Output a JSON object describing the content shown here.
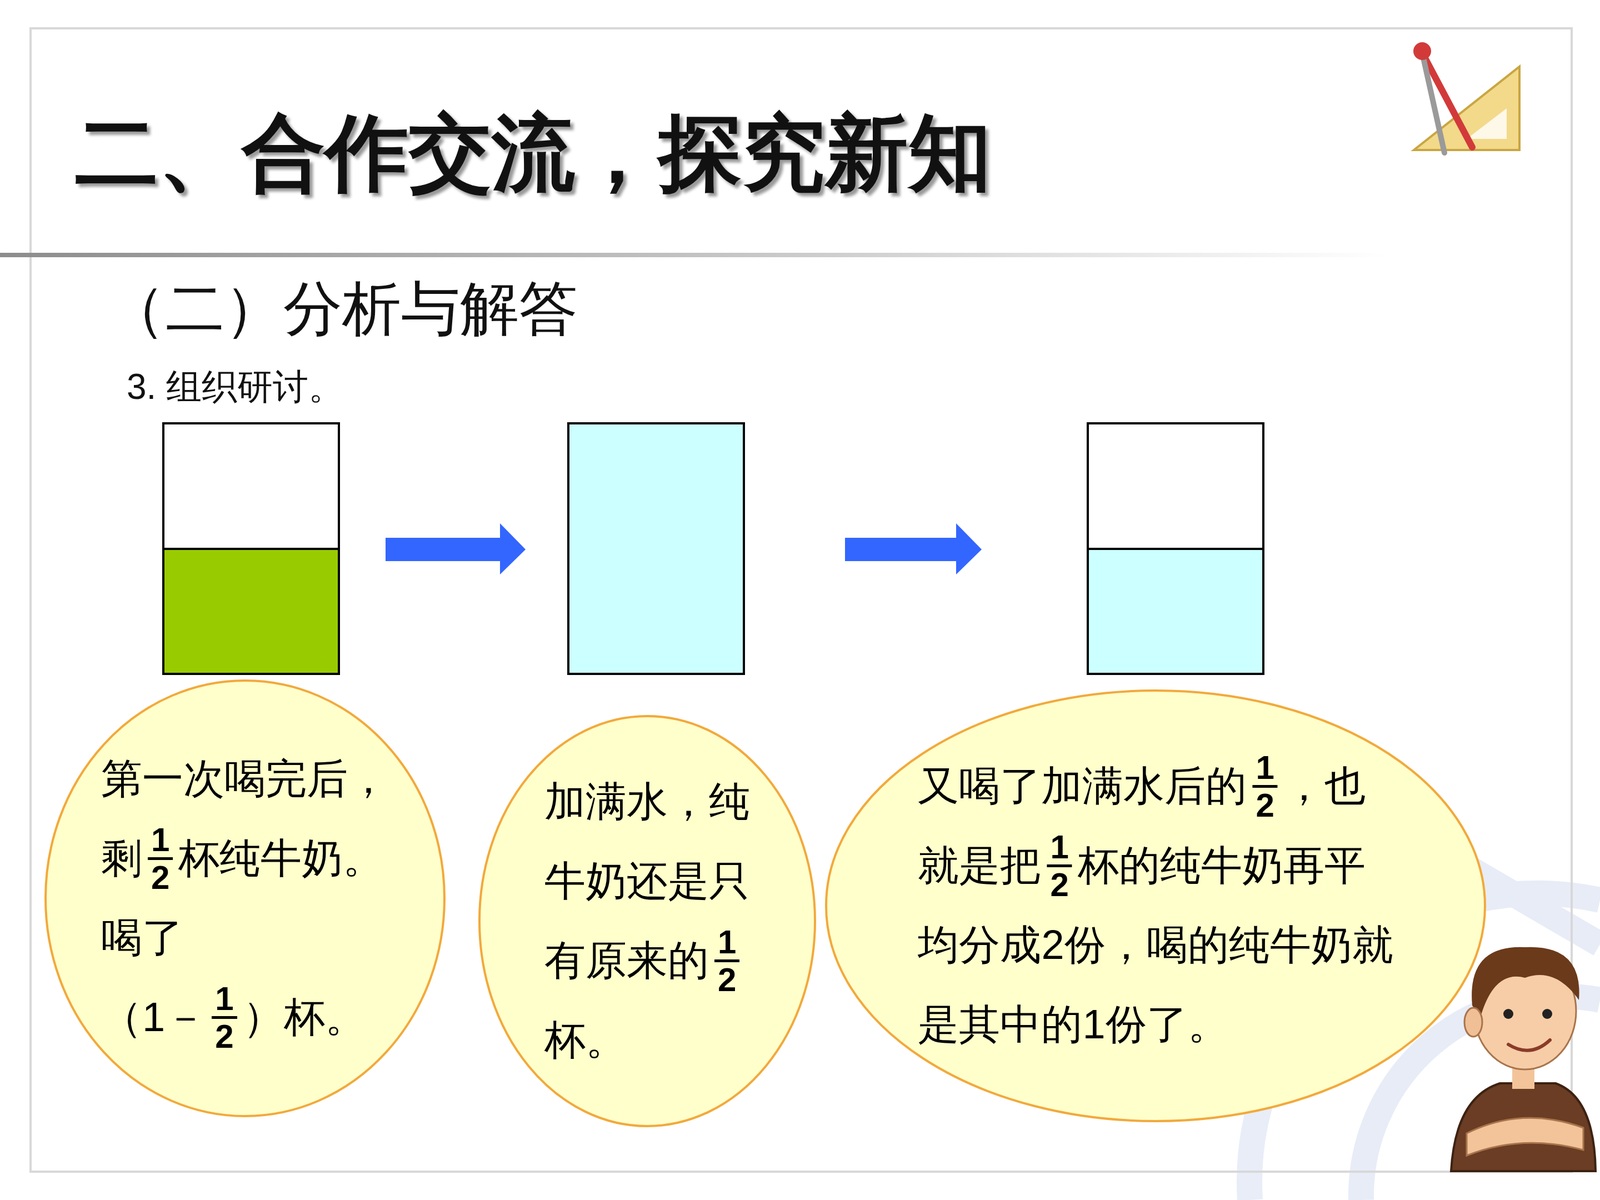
{
  "diagram": {
    "title": "二、合作交流，探究新知",
    "nodes": [
      {
        "text": [
          "第一次喝完后，",
          "剩",
          "1",
          "2",
          "杯纯牛奶。",
          "喝了",
          "（1－",
          "1",
          "2",
          "）杯。"
        ]
      },
      {
        "text": [
          "加满水，纯",
          "牛奶还是只",
          "有原来的",
          "1",
          "2",
          "杯。"
        ]
      },
      {
        "text": [
          "又喝了加满水后的",
          "1",
          "2",
          "，也",
          "就是把",
          "1",
          "2",
          "杯的纯牛奶再平",
          "均分成2份，喝的纯牛奶就",
          "是其中的1份了。"
        ]
      }
    ],
    "labels": [
      "（二）分析与解答",
      "3. 组织研讨。"
    ]
  }
}
